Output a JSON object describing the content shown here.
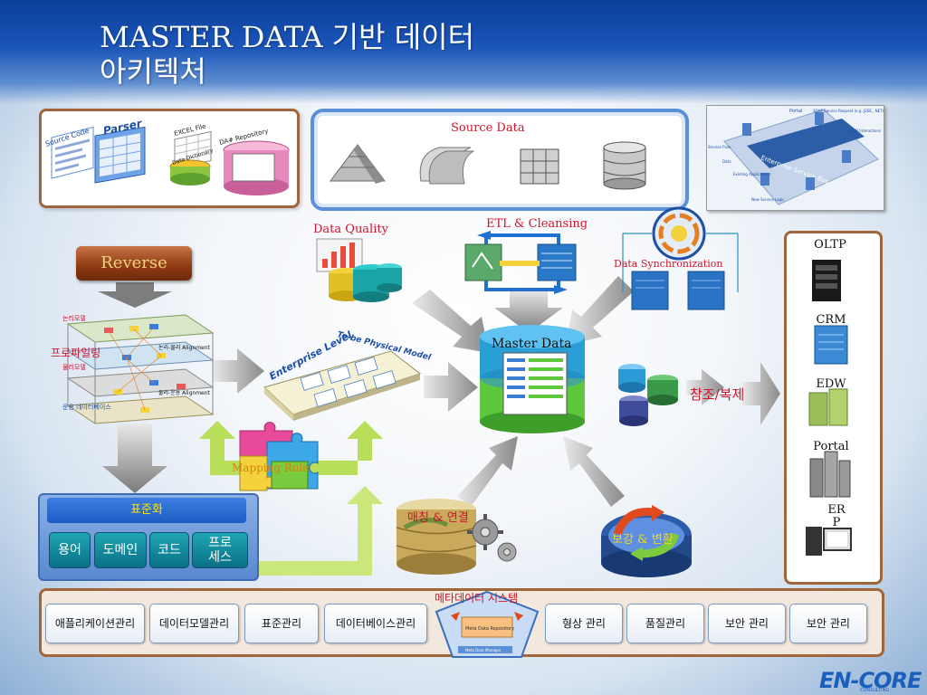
{
  "title": {
    "line1": "MASTER DATA 기반 데이터",
    "line2": "아키텍처"
  },
  "parser_panel": {
    "source_code": "Source Code",
    "parser": "Parser",
    "excel_file": "EXCEL File",
    "data_dictionary": "Data Dictionary",
    "da_repository": "DA# Repository"
  },
  "source_data": {
    "label": "Source Data"
  },
  "esb_panel": {
    "labels": [
      "Portal",
      "SOAP Service Request (e.g. J2EE, .NET)",
      "B2B Interactions",
      "Enterprise Service Bus",
      "Service Flow",
      "Data",
      "Existing Applications",
      "New Service Logic"
    ]
  },
  "reverse": {
    "label": "Reverse"
  },
  "profiling": {
    "label": "프로파일링"
  },
  "stack_labels": [
    "논리모델",
    "논리-물리 Alignment",
    "물리모델",
    "물리-운용 Alignment",
    "운용 데이터베이스"
  ],
  "enterprise": {
    "level": "Enterprise Level",
    "model": "To-be Physical Model"
  },
  "data_quality": {
    "label": "Data Quality"
  },
  "etl": {
    "label": "ETL & Cleansing"
  },
  "data_sync": {
    "label": "Data Synchronization"
  },
  "master_data": {
    "label": "Master Data"
  },
  "reference": {
    "label": "참조/복제"
  },
  "mapping_rule": {
    "label": "Mapping Rule"
  },
  "matching": {
    "label": "매칭 & 연결"
  },
  "enrich": {
    "label": "보강 & 변환"
  },
  "standardization": {
    "title": "표준화",
    "items": [
      "용어",
      "도메인",
      "코드",
      "프로\n세스"
    ]
  },
  "systems": [
    "OLTP",
    "CRM",
    "EDW",
    "Portal",
    "ERP"
  ],
  "metadata_system": {
    "label": "메타데이터 시스템",
    "inner": "Meta Data Repository",
    "manager": "Meta Data Manager"
  },
  "management": [
    "애플리케이션관리",
    "데이터모델관리",
    "표준관리",
    "데이터베이스관리",
    "형상 관리",
    "품질관리",
    "보안 관리",
    "보안 관리"
  ],
  "logo": {
    "main": "EN-CORE",
    "sub": "CONSULTING"
  },
  "colors": {
    "accent_red": "#d0142c",
    "frame_brown": "#a0653a",
    "title_blue": "#0c3f9a",
    "arrow_green": "#b8de5a"
  }
}
